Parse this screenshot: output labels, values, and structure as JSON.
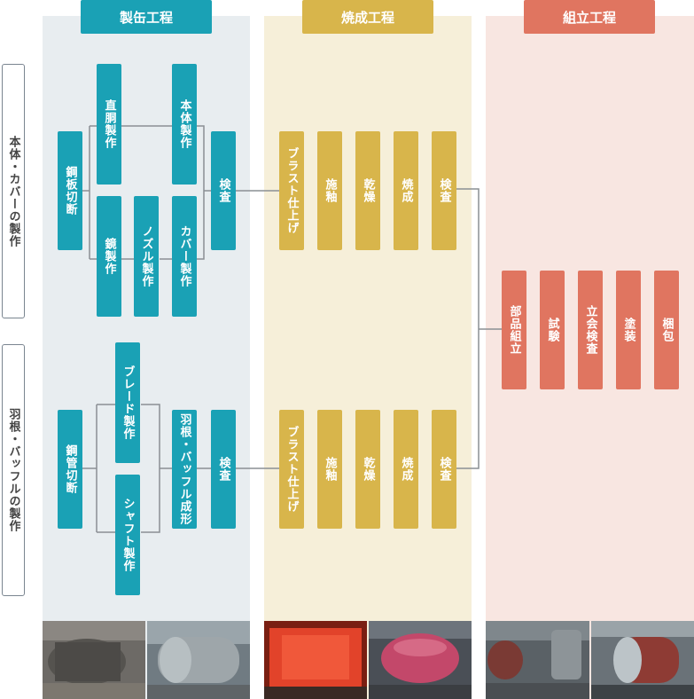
{
  "columns": {
    "manufacturing": "製缶工程",
    "firing": "焼成工程",
    "assembly": "組立工程"
  },
  "rows": {
    "body": "本体・カバーの製作",
    "blade": "羽根・バッフルの製作"
  },
  "body_process": {
    "cut": "鋼板切断",
    "drum": "直胴製作",
    "body": "本体製作",
    "mirror": "鏡製作",
    "nozzle": "ノズル製作",
    "cover": "カバー製作",
    "inspect": "検査"
  },
  "blade_process": {
    "cut": "鋼管切断",
    "blade": "ブレード製作",
    "shaft": "シャフト製作",
    "form": "羽根・バッフル成形",
    "inspect": "検査"
  },
  "firing_steps": [
    "ブラスト仕上げ",
    "施釉",
    "乾燥",
    "焼成",
    "検査"
  ],
  "assembly_steps": [
    "部品組立",
    "試験",
    "立会検査",
    "塗装",
    "梱包"
  ],
  "colors": {
    "teal": "#1aa1b5",
    "gold": "#d8b54b",
    "red": "#e07560",
    "bg_manufacturing": "#e8edf0",
    "bg_firing": "#f6efd9",
    "bg_assembly": "#f8e6e1"
  }
}
